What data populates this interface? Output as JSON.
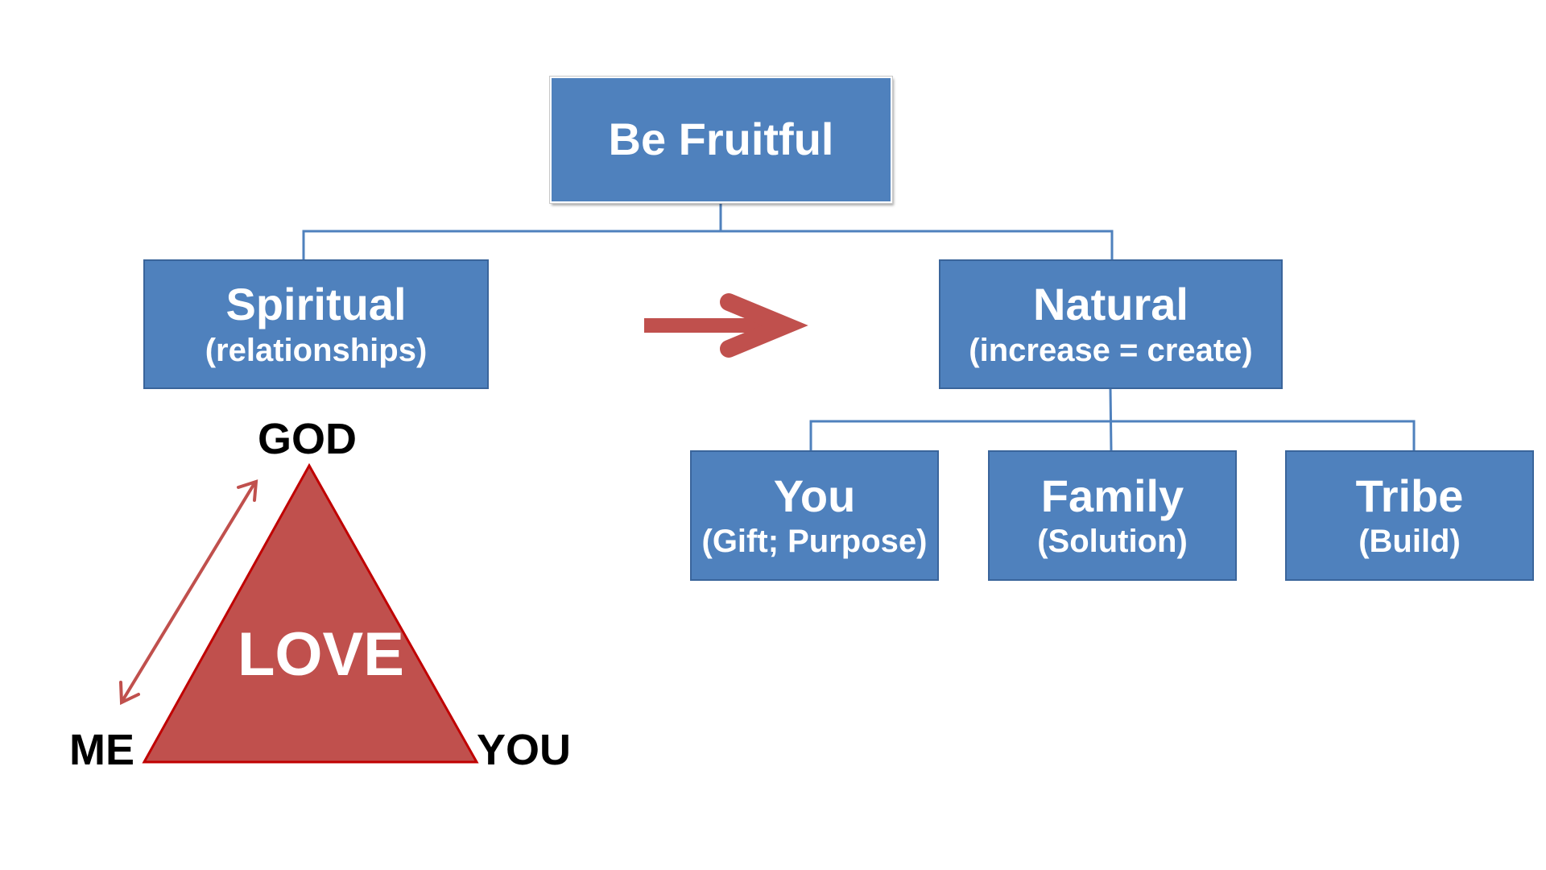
{
  "root": {
    "title": "Be Fruitful"
  },
  "branches": [
    {
      "title": "Spiritual",
      "subtitle": "(relationships)"
    },
    {
      "title": "Natural",
      "subtitle": "(increase = create)"
    }
  ],
  "natural_children": [
    {
      "title": "You",
      "subtitle": "(Gift; Purpose)"
    },
    {
      "title": "Family",
      "subtitle": "(Solution)"
    },
    {
      "title": "Tribe",
      "subtitle": "(Build)"
    }
  ],
  "triangle": {
    "center_label": "LOVE",
    "top_label": "GOD",
    "left_label": "ME",
    "right_label": "YOU"
  },
  "colors": {
    "box_fill": "#4f81bd",
    "box_border": "#3a659b",
    "connector": "#4f81bd",
    "arrow": "#c0504d",
    "triangle_fill": "#c0504d",
    "triangle_stroke": "#c00000"
  }
}
